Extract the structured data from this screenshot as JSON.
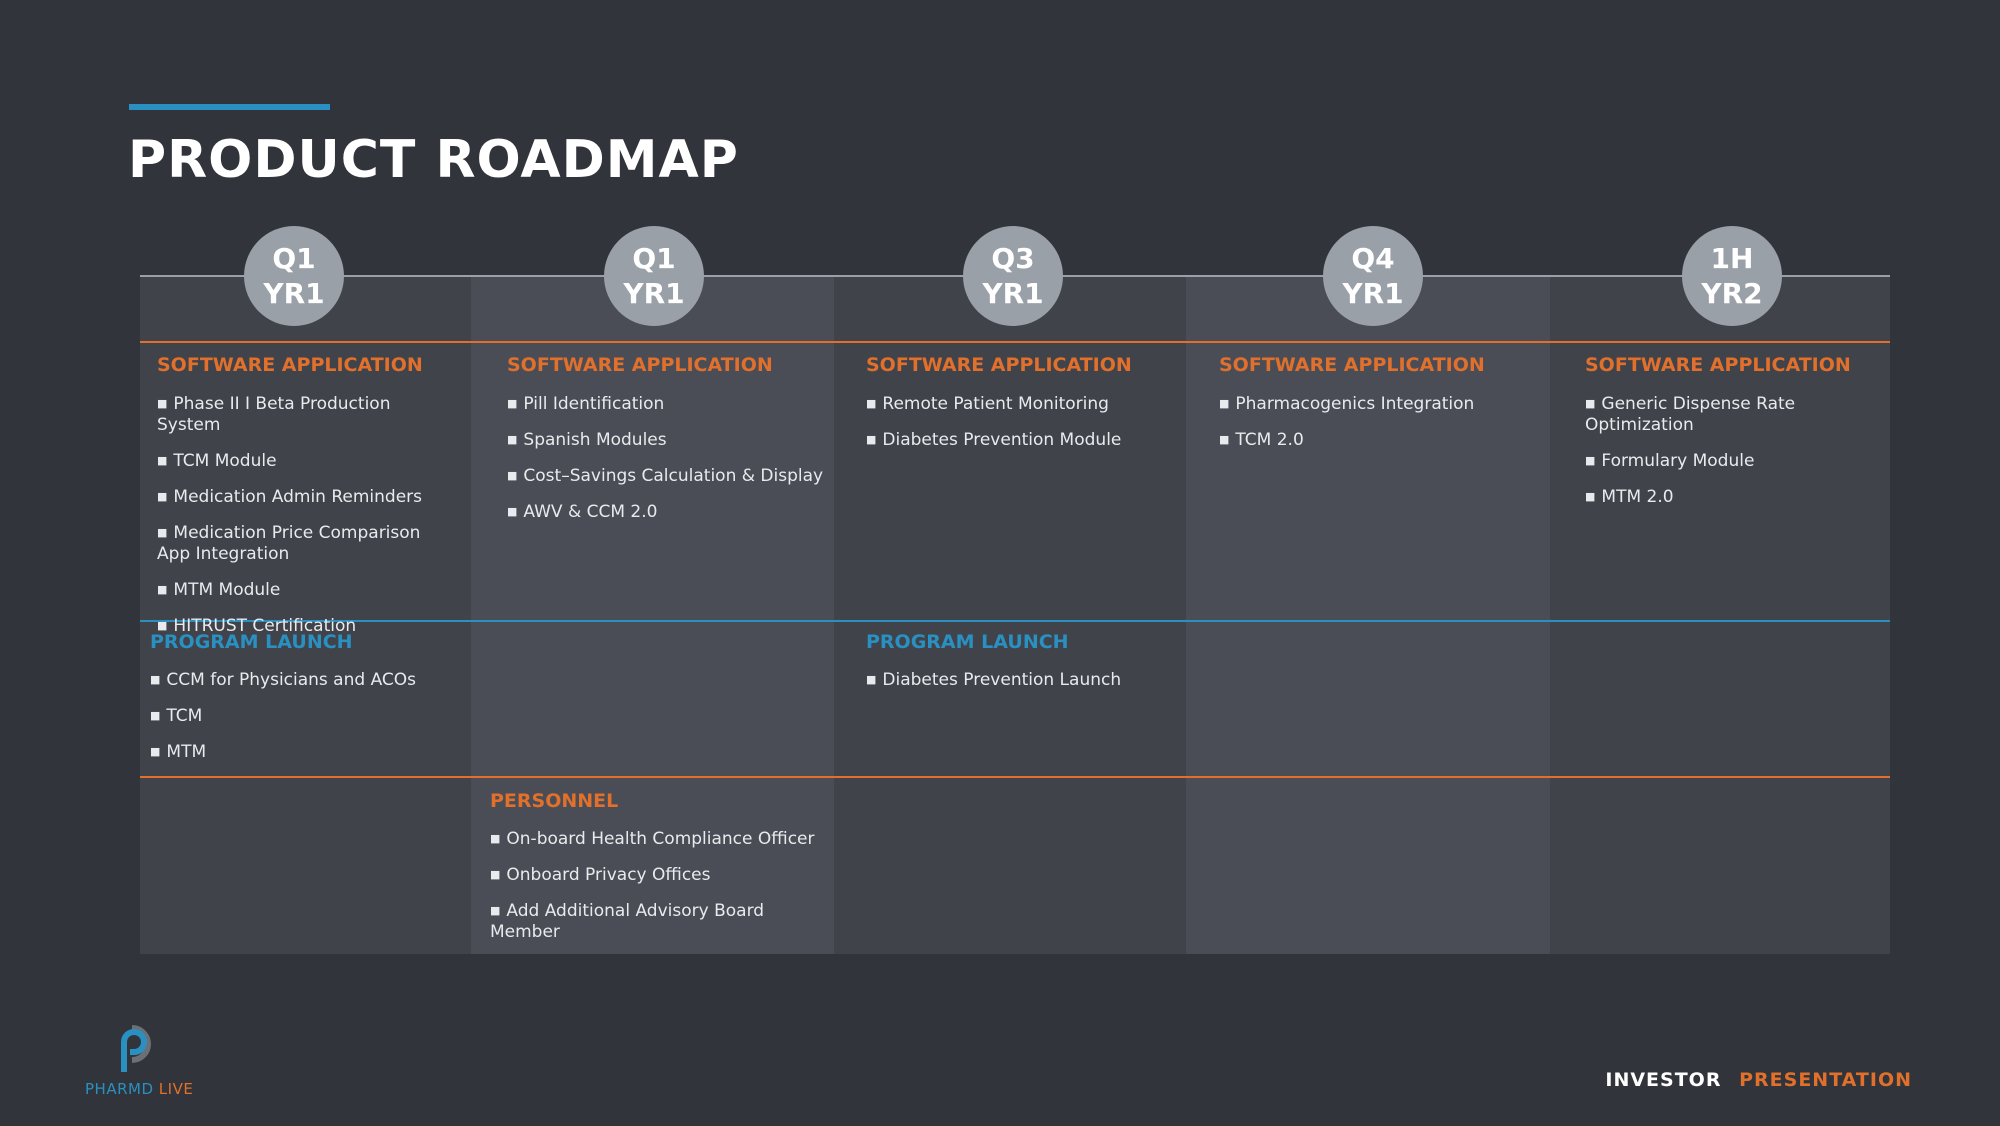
{
  "title": "PRODUCT ROADMAP",
  "milestones": [
    {
      "line1": "Q1",
      "line2": "YR1"
    },
    {
      "line1": "Q1",
      "line2": "YR1"
    },
    {
      "line1": "Q3",
      "line2": "YR1"
    },
    {
      "line1": "Q4",
      "line2": "YR1"
    },
    {
      "line1": "1H",
      "line2": "YR2"
    }
  ],
  "software": {
    "heading": "SOFTWARE APPLICATION",
    "columns": [
      [
        "Phase II I Beta Production System",
        "TCM Module",
        "Medication Admin Reminders",
        "Medication Price Comparison App Integration",
        "MTM Module",
        "HITRUST Certification"
      ],
      [
        "Pill Identification",
        "Spanish Modules",
        "Cost–Savings Calculation & Display",
        "AWV & CCM 2.0"
      ],
      [
        "Remote Patient Monitoring",
        "Diabetes Prevention Module"
      ],
      [
        "Pharmacogenics Integration",
        "TCM 2.0"
      ],
      [
        "Generic Dispense Rate Optimization",
        "Formulary Module",
        "MTM 2.0"
      ]
    ]
  },
  "program_launch": {
    "heading": "PROGRAM LAUNCH",
    "col1": [
      "CCM for Physicians and ACOs",
      "TCM",
      "MTM"
    ],
    "col3": [
      "Diabetes Prevention Launch"
    ]
  },
  "personnel": {
    "heading": "PERSONNEL",
    "items": [
      "On-board Health Compliance Officer",
      "Onboard Privacy Offices",
      "Add Additional Advisory Board Member"
    ]
  },
  "bullet": "■",
  "logo": {
    "part1": "PHARMD",
    "part2": "LIVE"
  },
  "footer": {
    "part1": "INVESTOR",
    "part2": "PRESENTATION"
  },
  "colors": {
    "background": "#31343a",
    "orange": "#e0702b",
    "blue": "#2a90c2",
    "circle": "#9aa0a8"
  }
}
